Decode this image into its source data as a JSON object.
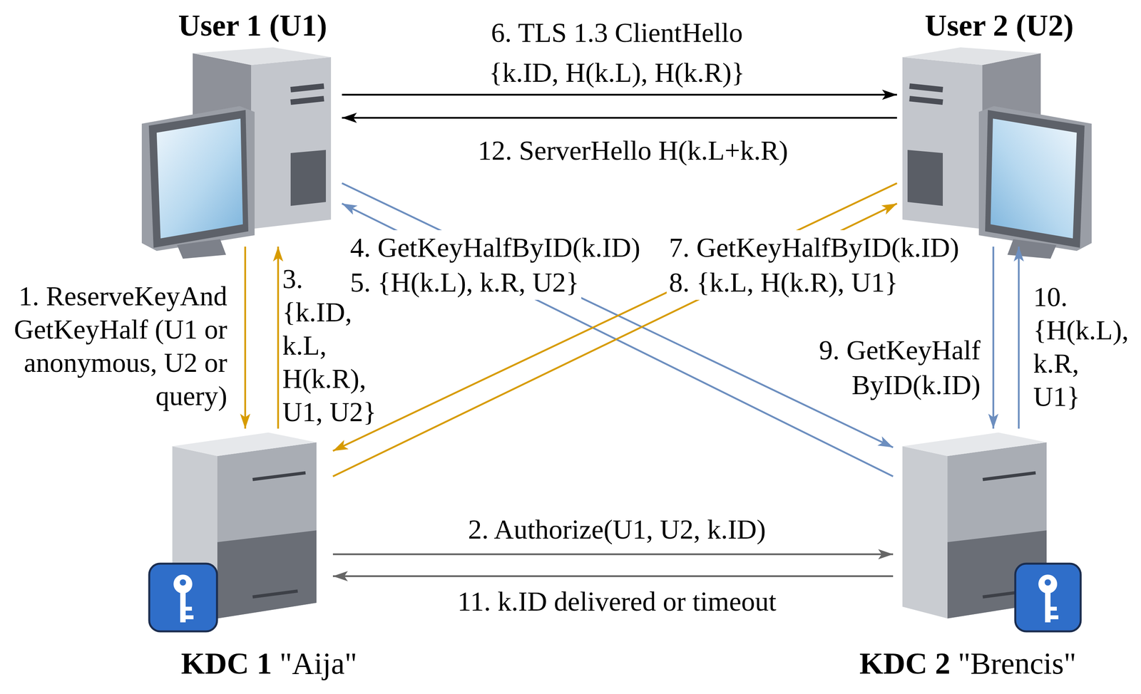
{
  "diagram": {
    "nodes": [
      {
        "text": [
          "User 1 (U1)"
        ]
      },
      {
        "text": [
          "User 2 (U2)"
        ]
      },
      {
        "text": [
          "KDC 1",
          "\"Aija\""
        ]
      },
      {
        "text": [
          "KDC 2",
          "\"Brencis\""
        ]
      }
    ],
    "edges": [
      {
        "from": 0,
        "to": 2,
        "arrow": "to",
        "label": "1. ReserveKeyAnd GetKeyHalf (U1 or anonymous, U2 or query)"
      },
      {
        "from": 2,
        "to": 3,
        "arrow": "to",
        "label": "2. Authorize(U1, U2, k.ID)"
      },
      {
        "from": 2,
        "to": 0,
        "arrow": "to",
        "label": "3. {k.ID, k.L, H(k.R), U1, U2}"
      },
      {
        "from": 0,
        "to": 3,
        "arrow": "to",
        "label": "4. GetKeyHalfByID(k.ID)"
      },
      {
        "from": 3,
        "to": 0,
        "arrow": "to",
        "label": "5. {H(k.L), k.R, U2}"
      },
      {
        "from": 0,
        "to": 1,
        "arrow": "to",
        "label": "6. TLS 1.3 ClientHello {k.ID, H(k.L), H(k.R)}"
      },
      {
        "from": 1,
        "to": 2,
        "arrow": "to",
        "label": "7. GetKeyHalfByID(k.ID)"
      },
      {
        "from": 2,
        "to": 1,
        "arrow": "to",
        "label": "8. {k.L, H(k.R), U1}"
      },
      {
        "from": 1,
        "to": 3,
        "arrow": "to",
        "label": "9. GetKeyHalf ByID(k.ID)"
      },
      {
        "from": 3,
        "to": 1,
        "arrow": "to",
        "label": "10. {H(k.L), k.R, U1}"
      },
      {
        "from": 3,
        "to": 2,
        "arrow": "to",
        "label": "11. k.ID delivered or timeout"
      },
      {
        "from": 1,
        "to": 0,
        "arrow": "to",
        "label": "12. ServerHello H(k.L+k.R)"
      }
    ]
  }
}
